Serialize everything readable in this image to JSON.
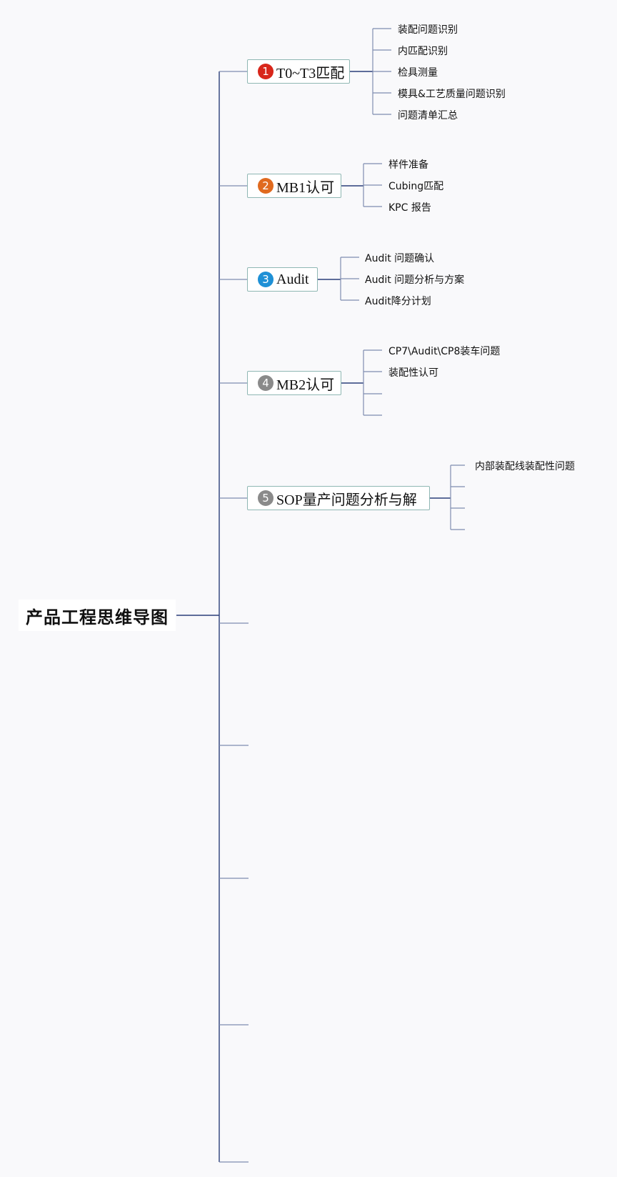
{
  "root": {
    "title": "产品工程思维导图"
  },
  "colors": {
    "trunk": "#2b3f7a",
    "connector": "#7f8db0",
    "box_border": "#8fb7b3",
    "badge_1": "#d8261a",
    "badge_2": "#e06a1f",
    "badge_3": "#1e90d6",
    "badge_4": "#8a8a8a",
    "badge_5": "#8a8a8a"
  },
  "branches": [
    {
      "number": "1",
      "label": "T0~T3匹配",
      "badge_color": "#d8261a",
      "children": [
        "装配问题识别",
        "内匹配识别",
        "检具测量",
        "模具&工艺质量问题识别",
        "问题清单汇总"
      ]
    },
    {
      "number": "2",
      "label": "MB1认可",
      "badge_color": "#e06a1f",
      "children": [
        "样件准备",
        "Cubing匹配",
        "KPC 报告"
      ]
    },
    {
      "number": "3",
      "label": "Audit",
      "badge_color": "#1e90d6",
      "children": [
        "Audit 问题确认",
        "Audit 问题分析与方案",
        "Audit降分计划"
      ]
    },
    {
      "number": "4",
      "label": "MB2认可",
      "badge_color": "#8a8a8a",
      "children": [
        "CP7\\Audit\\CP8装车问题",
        "装配性认可",
        "",
        ""
      ]
    },
    {
      "number": "5",
      "label": "SOP量产问题分析与解",
      "badge_color": "#8a8a8a",
      "children": [
        "内部装配线装配性问题",
        "",
        "",
        ""
      ]
    }
  ],
  "empty_branch_count": 5
}
